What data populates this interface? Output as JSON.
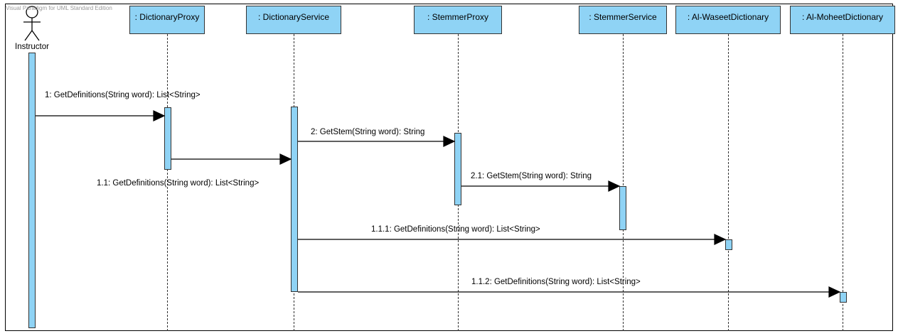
{
  "watermark": "Visual Paradigm for UML Standard Edition",
  "actor": {
    "name": "Instructor"
  },
  "lifelines": [
    {
      "id": "dictionary-proxy",
      "name": ": DictionaryProxy"
    },
    {
      "id": "dictionary-service",
      "name": ": DictionaryService"
    },
    {
      "id": "stemmer-proxy",
      "name": ": StemmerProxy"
    },
    {
      "id": "stemmer-service",
      "name": ": StemmerService"
    },
    {
      "id": "al-waseet-dictionary",
      "name": ": Al-WaseetDictionary"
    },
    {
      "id": "al-moheet-dictionary",
      "name": ": Al-MoheetDictionary"
    }
  ],
  "messages": [
    {
      "id": "m1",
      "label": "1: GetDefinitions(String word): List<String>",
      "from": "Instructor",
      "to": ": DictionaryProxy"
    },
    {
      "id": "m1-1",
      "label": "1.1: GetDefinitions(String word): List<String>",
      "from": ": DictionaryProxy",
      "to": ": DictionaryService"
    },
    {
      "id": "m2",
      "label": "2: GetStem(String word): String",
      "from": ": DictionaryService",
      "to": ": StemmerProxy"
    },
    {
      "id": "m2-1",
      "label": "2.1: GetStem(String word): String",
      "from": ": StemmerProxy",
      "to": ": StemmerService"
    },
    {
      "id": "m1-1-1",
      "label": "1.1.1: GetDefinitions(String word): List<String>",
      "from": ": DictionaryService",
      "to": ": Al-WaseetDictionary"
    },
    {
      "id": "m1-1-2",
      "label": "1.1.2: GetDefinitions(String word): List<String>",
      "from": ": DictionaryService",
      "to": ": Al-MoheetDictionary"
    }
  ],
  "colors": {
    "lifeline_fill": "#8fd3f5",
    "stroke": "#333333",
    "background": "#ffffff"
  }
}
